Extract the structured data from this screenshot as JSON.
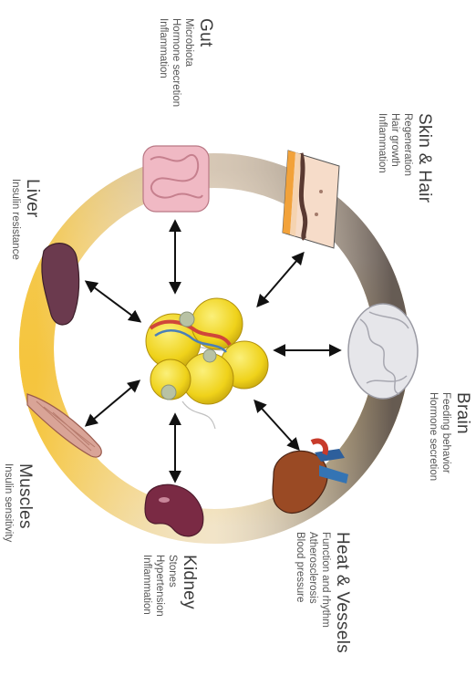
{
  "organs": [
    {
      "id": "skin",
      "title": "Skin & Hair",
      "lines": [
        "Regeneration",
        "Hair growth",
        "Inflammation"
      ]
    },
    {
      "id": "brain",
      "title": "Brain",
      "lines": [
        "Feeding behavior",
        "Hormone secretion"
      ]
    },
    {
      "id": "heart",
      "title": "Heat & Vessels",
      "lines": [
        "Function and rhythm",
        "Atherosclerosis",
        "Blood pressure"
      ]
    },
    {
      "id": "kidney",
      "title": "Kidney",
      "lines": [
        "Stones",
        "Hypertension",
        "Inflammation"
      ]
    },
    {
      "id": "muscles",
      "title": "Muscles",
      "lines": [
        "Insulin sensitivity"
      ]
    },
    {
      "id": "liver",
      "title": "Liver",
      "lines": [
        "Insulin resistance"
      ]
    },
    {
      "id": "gut",
      "title": "Gut",
      "lines": [
        "Microbiota",
        "Hormone secretion",
        "Inflammation"
      ]
    }
  ],
  "colors": {
    "ring_gold": "#f3c74a",
    "ring_cream": "#f4ead4",
    "ring_brown": "#6e625c",
    "liver": "#6b3a4e",
    "kidney": "#7a2a44",
    "gut": "#f0b9c4",
    "fat": "#f2de1e"
  }
}
